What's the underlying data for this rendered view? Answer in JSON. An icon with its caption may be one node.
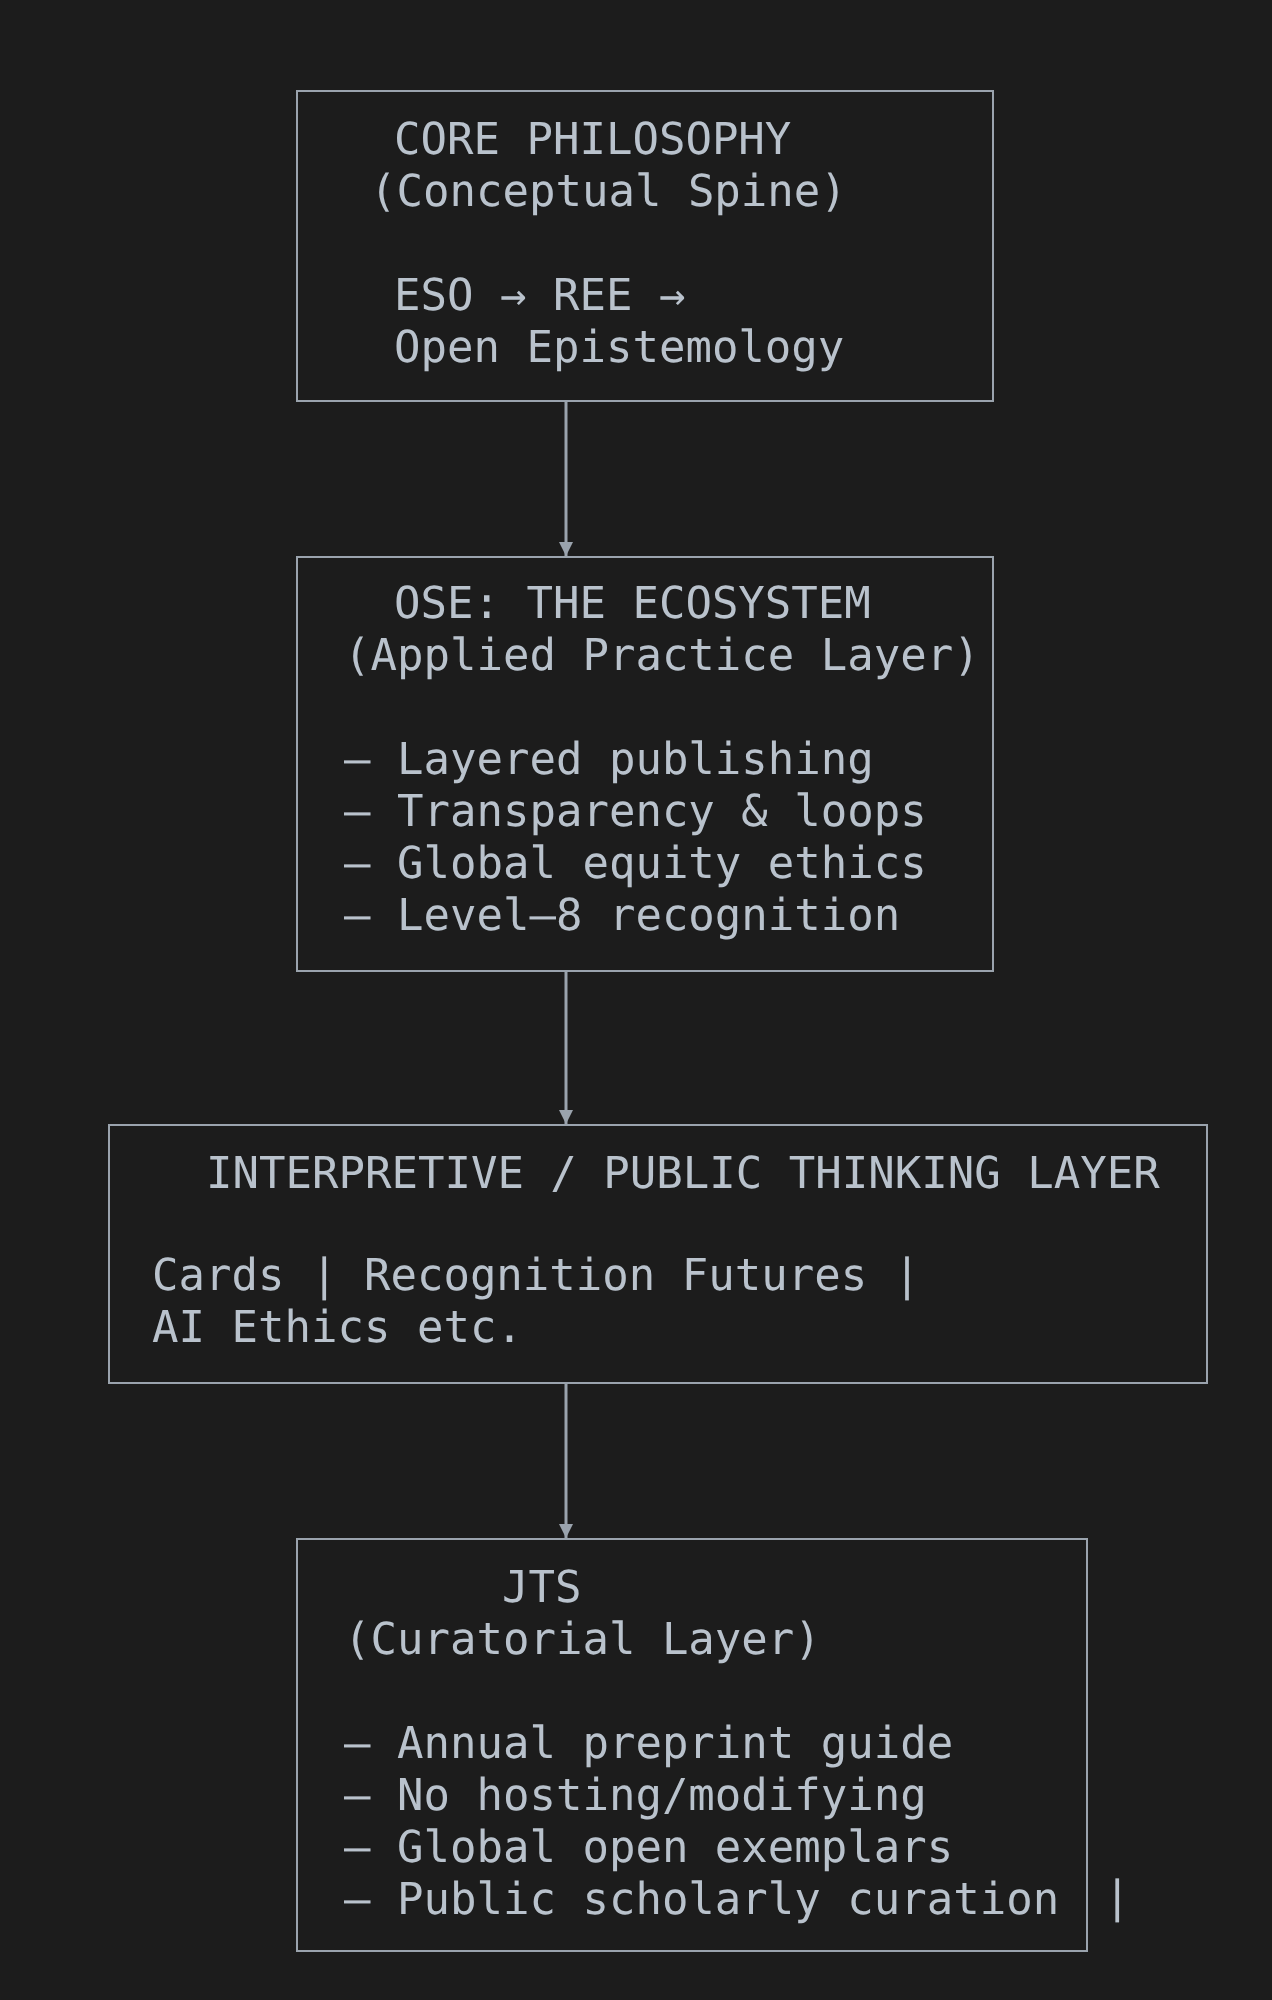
{
  "diagram": {
    "nodes": [
      {
        "text": [
          "CORE PHILOSOPHY",
          "(Conceptual Spine)",
          "ESO → REE → Open Epistemology"
        ]
      },
      {
        "text": [
          "OSE: THE ECOSYSTEM",
          "(Applied Practice Layer)",
          "– Layered publishing",
          "– Transparency & loops",
          "– Global equity ethics",
          "– Level–8 recognition"
        ]
      },
      {
        "text": [
          "INTERPRETIVE / PUBLIC THINKING LAYER",
          "Cards | Recognition Futures | AI Ethics etc."
        ]
      },
      {
        "text": [
          "JTS",
          "(Curatorial Layer)",
          "– Annual preprint guide",
          "– No hosting/modifying",
          "– Global open exemplars",
          "– Public scholarly curation"
        ]
      }
    ],
    "edges": [
      {
        "from": 0,
        "to": 1,
        "arrow": "to"
      },
      {
        "from": 1,
        "to": 2,
        "arrow": "to"
      },
      {
        "from": 2,
        "to": 3,
        "arrow": "to"
      }
    ],
    "labels": [
      "|"
    ]
  }
}
